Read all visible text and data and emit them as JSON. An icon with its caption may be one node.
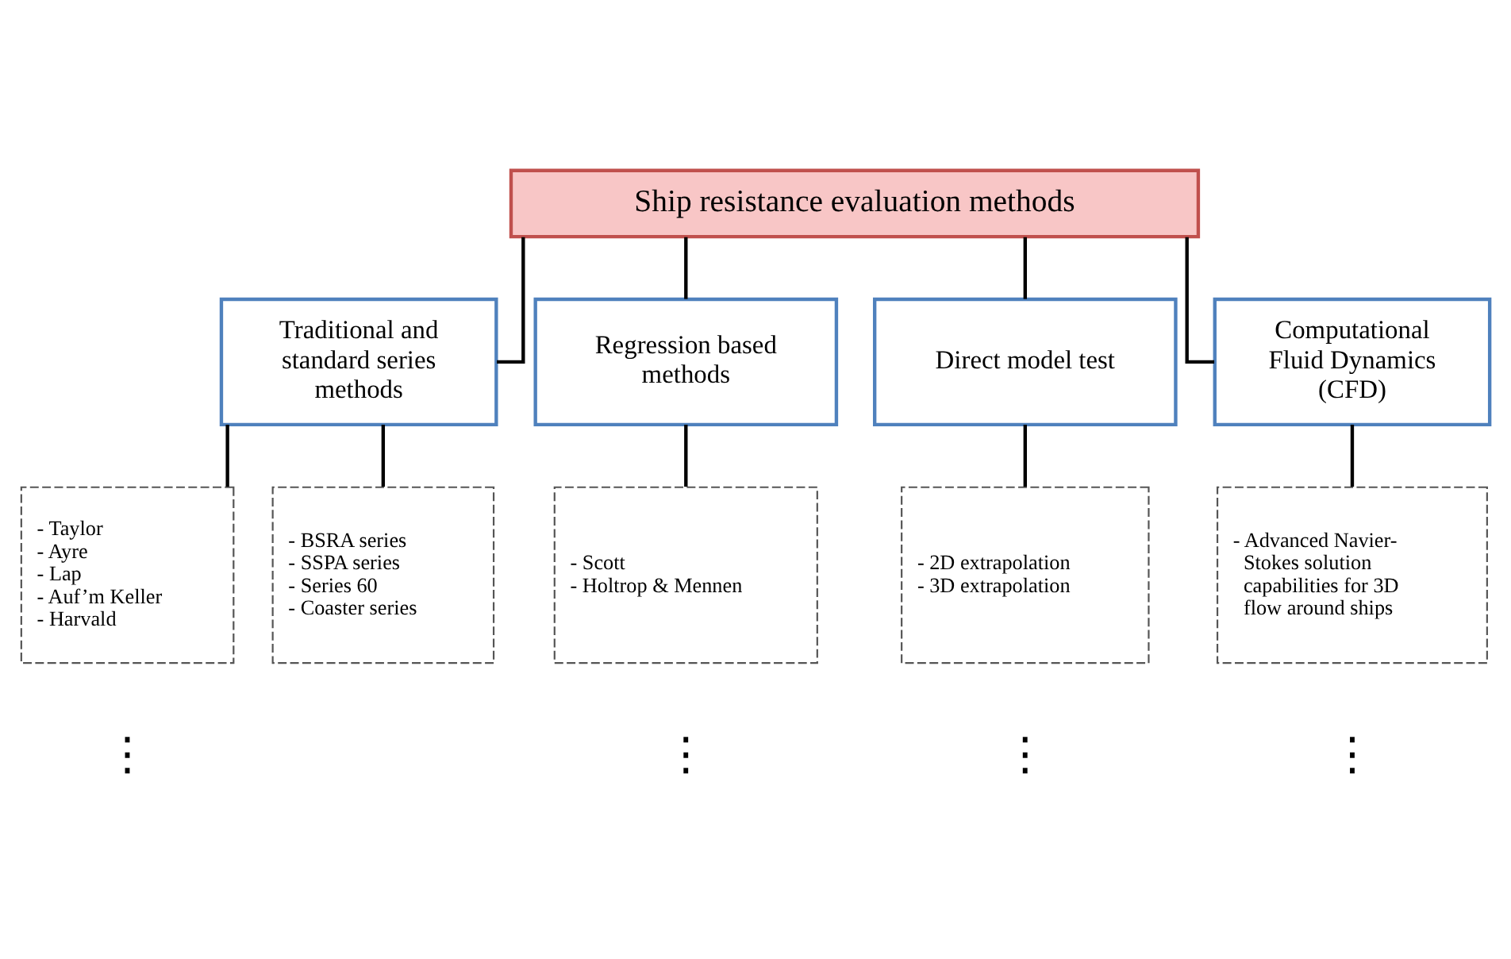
{
  "diagram": {
    "nodes": [
      {
        "text": [
          "Ship resistance evaluation methods"
        ]
      },
      {
        "text": [
          "Traditional and standard series methods"
        ]
      },
      {
        "text": [
          "Regression based methods"
        ]
      },
      {
        "text": [
          "Direct model test"
        ]
      },
      {
        "text": [
          "Computational Fluid Dynamics (CFD)"
        ]
      },
      {
        "text": [
          "- Taylor",
          "- Ayre",
          "- Lap",
          "- Auf’m Keller",
          "- Harvald"
        ]
      },
      {
        "text": [
          "- BSRA series",
          "- SSPA series",
          "- Series 60",
          "- Coaster series"
        ]
      },
      {
        "text": [
          "- Scott",
          "- Holtrop & Mennen"
        ]
      },
      {
        "text": [
          "- 2D extrapolation",
          "- 3D extrapolation"
        ]
      },
      {
        "text": [
          "- Advanced Navier-Stokes solution capabilities for 3D flow around ships"
        ]
      }
    ],
    "edges": [
      {
        "from": 0,
        "to": 1,
        "arrow": "none"
      },
      {
        "from": 0,
        "to": 2,
        "arrow": "none"
      },
      {
        "from": 0,
        "to": 3,
        "arrow": "none"
      },
      {
        "from": 0,
        "to": 4,
        "arrow": "none"
      },
      {
        "from": 1,
        "to": 5,
        "arrow": "none"
      },
      {
        "from": 1,
        "to": 6,
        "arrow": "none"
      },
      {
        "from": 2,
        "to": 7,
        "arrow": "none"
      },
      {
        "from": 3,
        "to": 8,
        "arrow": "none"
      },
      {
        "from": 4,
        "to": 9,
        "arrow": "none"
      }
    ],
    "labels": [
      "⋮",
      "⋮",
      "⋮",
      "⋮"
    ]
  }
}
